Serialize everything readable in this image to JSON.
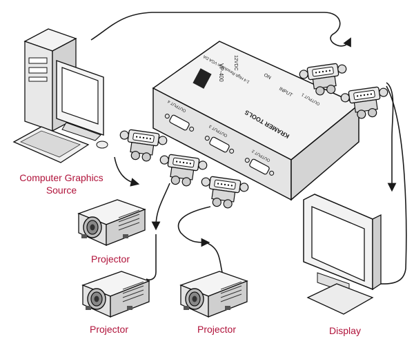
{
  "colors": {
    "label": "#b0123a",
    "line": "#1a1a1a",
    "device": "#f2f2f2"
  },
  "labels": {
    "source_line1": "Computer Graphics",
    "source_line2": "Source",
    "projector": "Projector",
    "display": "Display"
  },
  "device": {
    "model": "VP-400",
    "brand": "KRAMER TOOLS",
    "subtitle": "1:4 High Resolution VGA DA",
    "power": "ON",
    "power_input": "12VDC",
    "input": "INPUT",
    "output_1": "OUTPUT 1",
    "output_2": "OUTPUT 2",
    "output_3": "OUTPUT 3",
    "output_4": "OUTPUT 4"
  }
}
